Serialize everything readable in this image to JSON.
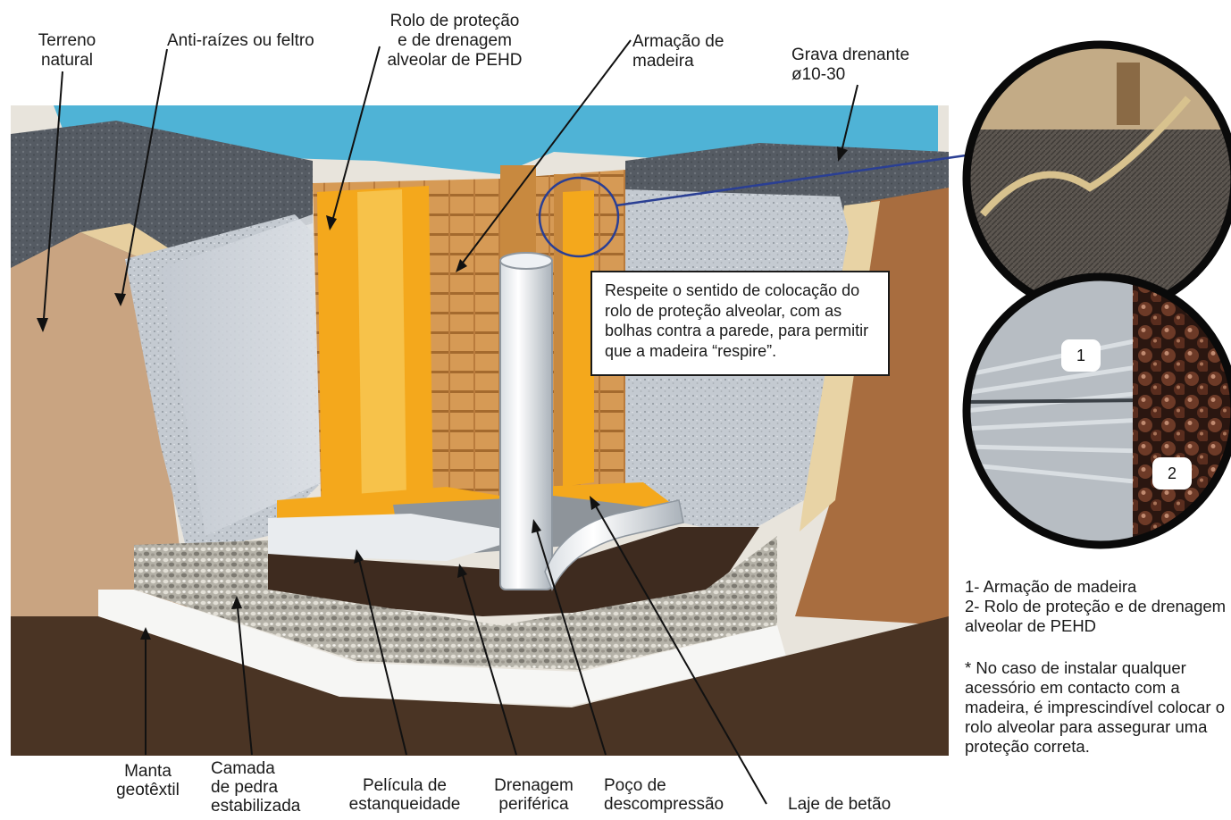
{
  "labels": {
    "natural_terrain": "Terreno\nnatural",
    "anti_roots": "Anti-raízes ou feltro",
    "protection_roll": "Rolo de proteção\ne de drenagem\nalveolar de PEHD",
    "wood_frame": "Armação de\nmadeira",
    "drain_gravel": "Grava drenante\nø10-30",
    "geotextile": "Manta\ngeotêxtil",
    "stone_layer": "Camada\nde pedra\nestabilizada",
    "sealing_film": "Película de\nestanqueidade",
    "perimeter_drain": "Drenagem\nperiférica",
    "decompression_well": "Poço de\ndescompressão",
    "concrete_slab": "Laje de betão"
  },
  "callout": "Respeite o sentido de colocação do rolo de proteção alveolar, com as bolhas contra a parede, para permitir que a madeira “respire”.",
  "detail": {
    "badge_1": "1",
    "badge_2": "2",
    "legend_1": "1- Armação de madeira",
    "legend_2": "2- Rolo de proteção e de drenagem\nalveolar de PEHD",
    "footnote": "* No caso de instalar qualquer acessório em contacto com a madeira, é imprescindível colocar o rolo alveolar para assegurar uma proteção correta."
  },
  "colors": {
    "pool_water": "#4fb3d6",
    "gravel": "#5a6068",
    "foam_wall": "#c9cfd6",
    "membrane_yellow": "#f4a81c",
    "wood": "#d89a4e",
    "soil": "#c9a27a",
    "concrete_dark": "#4a3424",
    "circle_highlight": "#2a3f94"
  }
}
